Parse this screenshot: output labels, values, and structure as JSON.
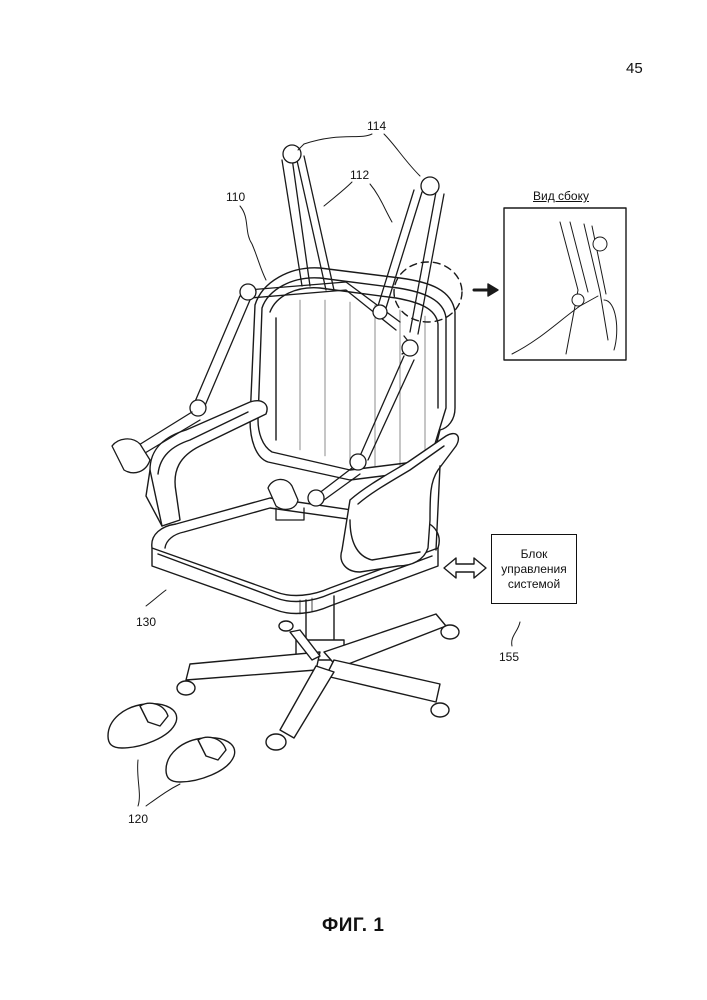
{
  "page_number": "45",
  "figure_caption": "ФИГ. 1",
  "side_view": {
    "title": "Вид сбоку"
  },
  "control_unit": {
    "line1": "Блок",
    "line2": "управления",
    "line3": "системой"
  },
  "reference_numerals": {
    "r114": "114",
    "r112": "112",
    "r110": "110",
    "r130": "130",
    "r155": "155",
    "r120": "120"
  }
}
